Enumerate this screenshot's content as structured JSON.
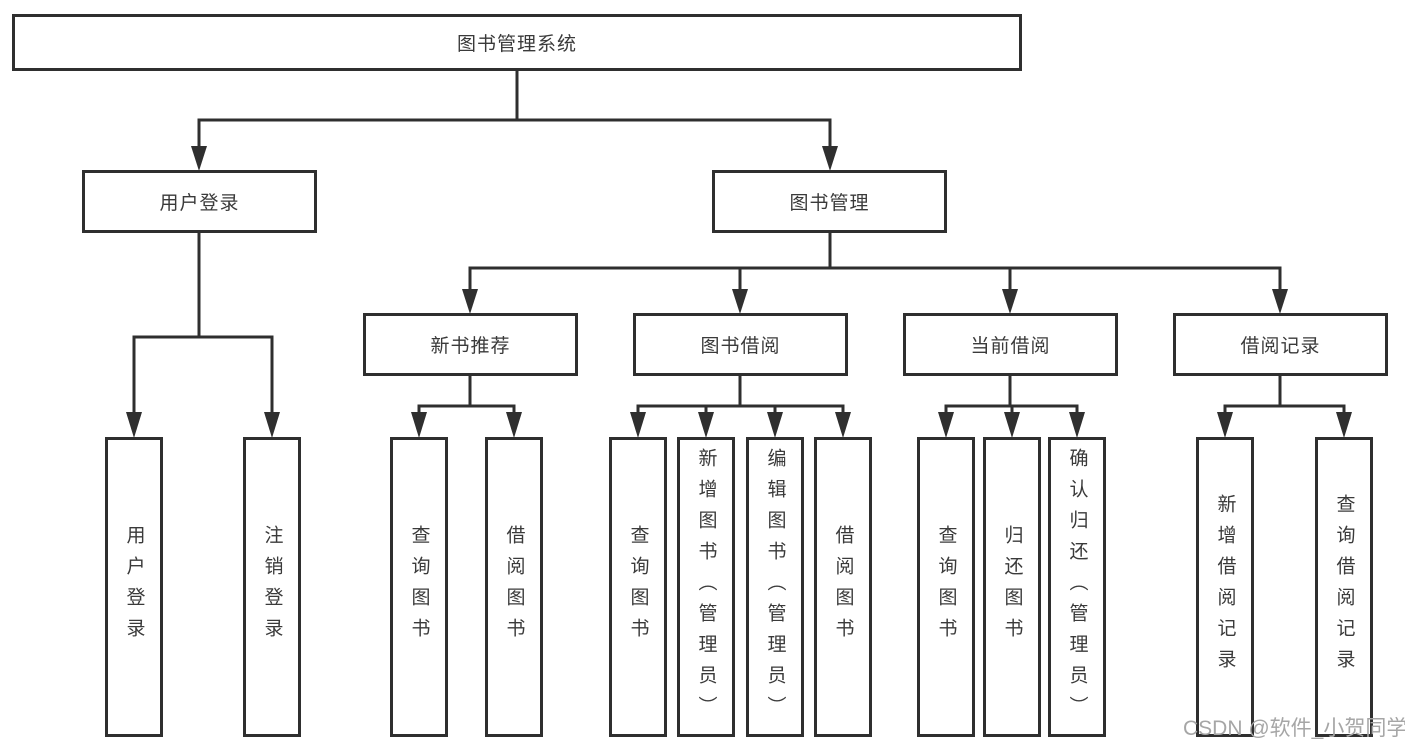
{
  "colors": {
    "line": "#2f2f2f",
    "box_border": "#2f2f2f",
    "box_background": "#ffffff",
    "text": "#3a3a3a",
    "watermark": "#a6a6a6"
  },
  "watermark": {
    "text": "CSDN @软件_小贺同学"
  },
  "tree": {
    "root": {
      "label": "图书管理系统"
    },
    "branches": [
      {
        "label": "用户登录",
        "children": [
          {
            "label": "用户登录"
          },
          {
            "label": "注销登录"
          }
        ]
      },
      {
        "label": "图书管理",
        "children": [
          {
            "label": "新书推荐",
            "children": [
              {
                "label": "查询图书"
              },
              {
                "label": "借阅图书"
              }
            ]
          },
          {
            "label": "图书借阅",
            "children": [
              {
                "label": "查询图书"
              },
              {
                "label": "新增图书（管理员）"
              },
              {
                "label": "编辑图书（管理员）"
              },
              {
                "label": "借阅图书"
              }
            ]
          },
          {
            "label": "当前借阅",
            "children": [
              {
                "label": "查询图书"
              },
              {
                "label": "归还图书"
              },
              {
                "label": "确认归还（管理员）"
              }
            ]
          },
          {
            "label": "借阅记录",
            "children": [
              {
                "label": "新增借阅记录"
              },
              {
                "label": "查询借阅记录"
              }
            ]
          }
        ]
      }
    ]
  }
}
